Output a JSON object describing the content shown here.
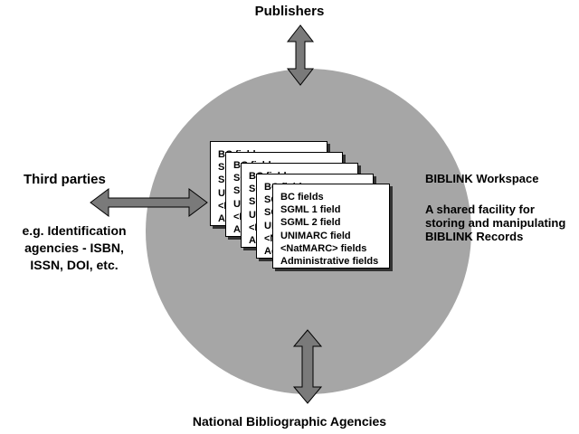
{
  "labels": {
    "publishers": "Publishers",
    "agencies": "National Bibliographic Agencies",
    "third_parties": "Third parties",
    "third_parties_note": "e.g. Identification agencies - ISBN, ISSN, DOI, etc.",
    "workspace_title": "BIBLINK Workspace",
    "workspace_desc": "A shared facility for storing and manipulating BIBLINK Records"
  },
  "record_fields": [
    "BC fields",
    "SGML 1 field",
    "SGML 2 field",
    "UNIMARC field",
    "<NatMARC> fields",
    "Administrative fields"
  ],
  "colors": {
    "workspace_fill": "#a6a6a6",
    "arrow_fill": "#7a7a7a",
    "stroke": "#000000",
    "card_fill": "#ffffff"
  }
}
